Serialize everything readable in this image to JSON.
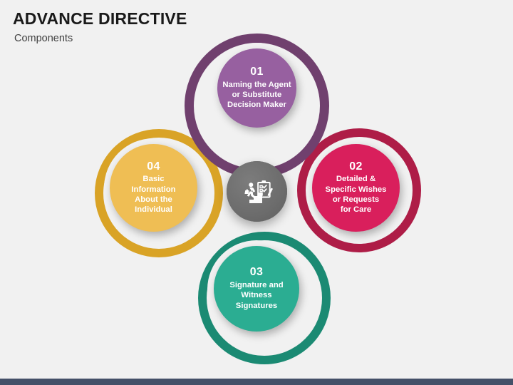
{
  "slide": {
    "background_color": "#F1F1F1",
    "footer_bar_color": "#445068",
    "title": "ADVANCE DIRECTIVE",
    "subtitle": "Components"
  },
  "center": {
    "icon": "person-climbing-stairs-with-checklist-icon",
    "color": "#6E6E6E"
  },
  "chart_data": {
    "type": "diagram",
    "layout": "four-node-radial-circles-around-hub",
    "title": "ADVANCE DIRECTIVE",
    "subtitle": "Components",
    "hub_icon": "person-climbing-stairs-with-checklist-icon",
    "nodes": [
      {
        "number": "01",
        "label": "Naming the Agent or Substitute Decision Maker",
        "label_lines": [
          "Naming the Agent",
          "or Substitute",
          "Decision Maker"
        ],
        "position": "top",
        "inner_color": "#9760A0",
        "ring_color": "#70406E"
      },
      {
        "number": "02",
        "label": "Detailed & Specific Wishes or Requests for Care",
        "label_lines": [
          "Detailed &",
          "Specific Wishes",
          "or Requests",
          "for Care"
        ],
        "position": "right",
        "inner_color": "#D91F5C",
        "ring_color": "#AE1D47"
      },
      {
        "number": "03",
        "label": "Signature and Witness Signatures",
        "label_lines": [
          "Signature and",
          "Witness",
          "Signatures"
        ],
        "position": "bottom",
        "inner_color": "#2BAD92",
        "ring_color": "#1B8A73"
      },
      {
        "number": "04",
        "label": "Basic Information About the Individual",
        "label_lines": [
          "Basic",
          "Information",
          "About the",
          "Individual"
        ],
        "position": "left",
        "inner_color": "#EFBE54",
        "ring_color": "#D9A326"
      }
    ]
  }
}
